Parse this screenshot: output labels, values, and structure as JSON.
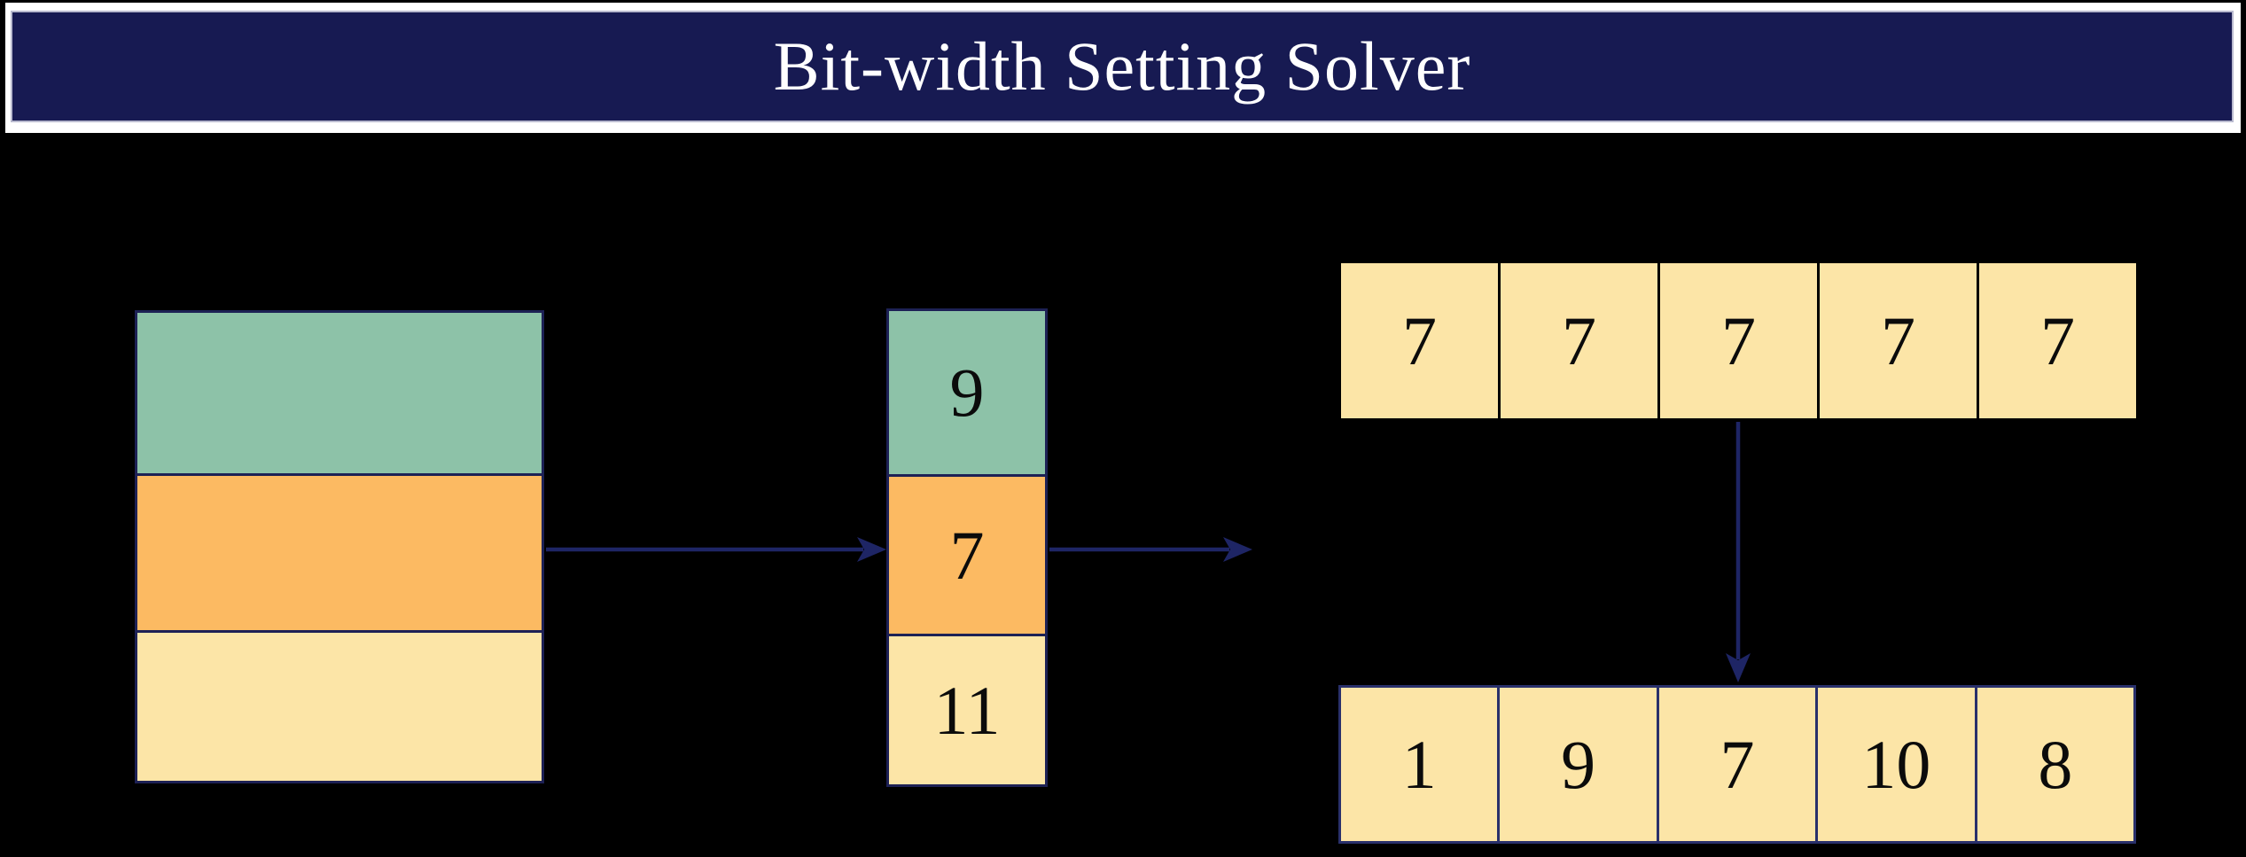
{
  "title": "Bit-width Setting Solver",
  "colors": {
    "background": "#000000",
    "band_bg": "#ffffff",
    "title_box_bg": "#171a52",
    "title_box_border": "#b9bacf",
    "title_text": "#ffffff",
    "segment_green": "#8dc2a8",
    "segment_orange": "#fcba62",
    "segment_yellow": "#fce5a7",
    "block_border": "#1d2155",
    "arrow": "#1e2565",
    "uniform_row_border": "#000000",
    "solution_row_border": "#29306b",
    "number_text": "#0b0b0b"
  },
  "input_stack": {
    "segments": [
      "green",
      "orange",
      "yellow"
    ]
  },
  "solver_stack": {
    "values": [
      "9",
      "7",
      "11"
    ]
  },
  "uniform_row": {
    "values": [
      "7",
      "7",
      "7",
      "7",
      "7"
    ]
  },
  "solution_row": {
    "values": [
      "1",
      "9",
      "7",
      "10",
      "8"
    ]
  }
}
